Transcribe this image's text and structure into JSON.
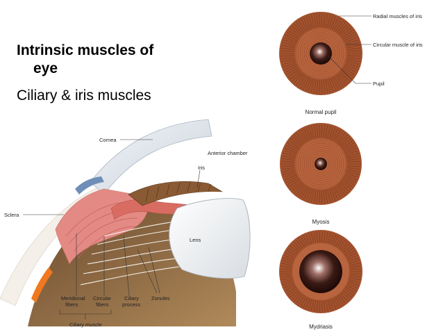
{
  "slide": {
    "title_line1": "Intrinsic muscles of",
    "title_line2": "eye",
    "subtitle": "Ciliary & iris muscles"
  },
  "eye_diagram": {
    "labels": {
      "cornea": "Cornea",
      "anterior_chamber": "Anterior chamber",
      "iris": "Iris",
      "sclera": "Sclera",
      "lens": "Lens",
      "meridional_l1": "Meridional",
      "meridional_l2": "fibers",
      "circular_l1": "Circular",
      "circular_l2": "fibers",
      "ciliary_process_l1": "Ciliary",
      "ciliary_process_l2": "process",
      "zonules": "Zonules",
      "ciliary_muscle": "Ciliary muscle"
    }
  },
  "iris_panels": {
    "radial": "Radial muscles of iris",
    "circular": "Circular muscle of iris",
    "pupil": "Pupil",
    "normal": "Normal pupil",
    "myosis": "Myosis",
    "mydriasis": "Mydriasis"
  },
  "colors": {
    "iris_outer": "#a2522e",
    "iris_inner": "#b8643e",
    "pupil": "#2a1410",
    "muscle": "#e0807a",
    "cornea": "#dfe6ec"
  }
}
